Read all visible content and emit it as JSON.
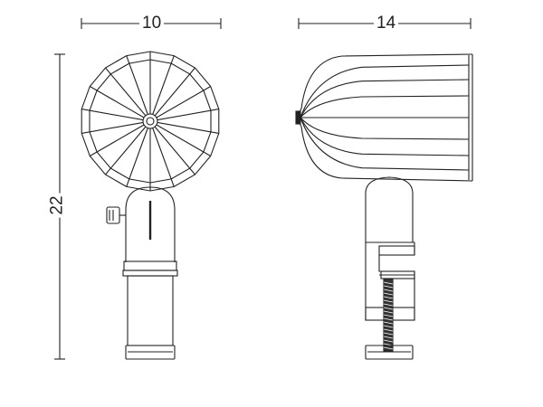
{
  "dimensions": {
    "front_width": "10",
    "side_width": "14",
    "height": "22"
  },
  "colors": {
    "line": "#222222",
    "dark": "#333333",
    "background": "#ffffff"
  }
}
